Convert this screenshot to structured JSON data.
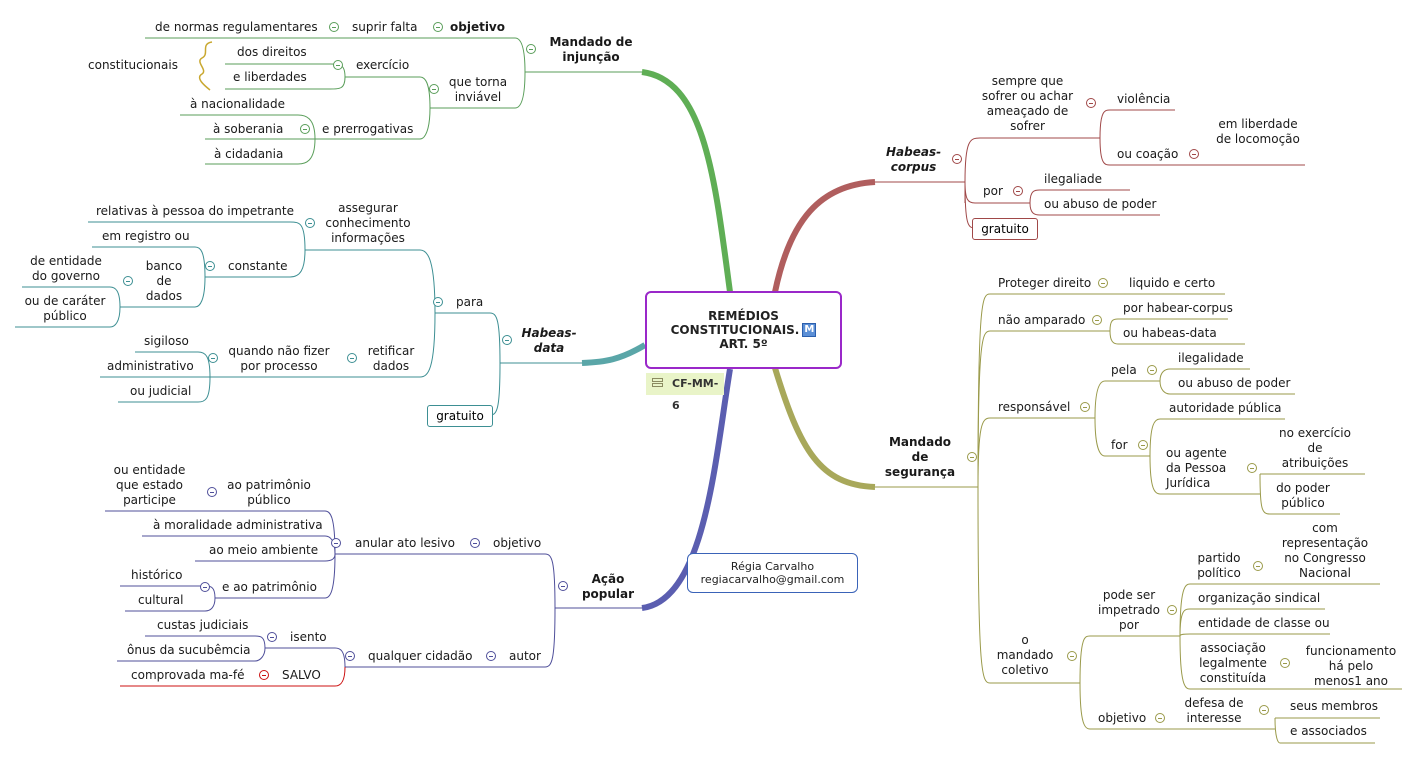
{
  "central": {
    "line1": "REMÉDIOS",
    "line2": "CONSTITUCIONAIS.",
    "line3": "ART. 5º",
    "badge": "M",
    "code": "CF-MM-6"
  },
  "author": {
    "name": "Régia Carvalho",
    "email": "regiacarvalho@gmail.com"
  },
  "mi": {
    "title": "Mandado de injunção",
    "objetivo": "objetivo",
    "suprir_falta": "suprir falta",
    "normas": "de normas regulamentares",
    "que_torna": "que torna inviável",
    "exercicio": "exercício",
    "dos_direitos": "dos direitos",
    "e_liberdades": "e liberdades",
    "constitucionais": "constitucionais",
    "prerrogativas": "e prerrogativas",
    "nacionalidade": "à nacionalidade",
    "soberania": "à soberania",
    "cidadania": "à cidadania"
  },
  "hc": {
    "title": "Habeas-corpus",
    "sempre_que": "sempre que sofrer ou achar ameaçado de sofrer",
    "violencia": "violência",
    "coacao": "ou coação",
    "liberdade": "em liberdade de locomoção",
    "por": "por",
    "ilegaliade": "ilegaliade",
    "abuso": "ou abuso de poder",
    "gratuito": "gratuito"
  },
  "hd": {
    "title": "Habeas-data",
    "para": "para",
    "gratuito": "gratuito",
    "assegurar": "assegurar conhecimento informações",
    "relativas": "relativas à pessoa do impetrante",
    "constante": "constante",
    "registro": "em registro ou",
    "banco": "banco de dados",
    "entidade_governo": "de entidade do governo",
    "carater_publico": "ou de caráter público",
    "retificar": "retificar dados",
    "quando": "quando não fizer por processo",
    "sigiloso": "sigiloso",
    "administrativo": "administrativo",
    "judicial": "ou judicial"
  },
  "ms": {
    "title": "Mandado de segurança",
    "proteger": "Proteger direito",
    "liquido": "liquido e certo",
    "nao_amparado": "não amparado",
    "habear_corpus": "por habear-corpus",
    "habeas_data": "ou habeas-data",
    "responsavel": "responsável",
    "pela": "pela",
    "ilegalidade": "ilegalidade",
    "abuso": "ou abuso de poder",
    "for": "for",
    "autoridade": "autoridade pública",
    "agente": "ou agente da Pessoa Jurídica",
    "exercicio": "no exercício de atribuições",
    "poder_publico": "do poder público",
    "coletivo": "o mandado coletivo",
    "impetrado": "pode ser impetrado por",
    "partido": "partido político",
    "representacao": "com representação no Congresso Nacional",
    "sindical": "organização sindical",
    "entidade_classe": "entidade de classe ou",
    "associacao": "associação legalmente constituída",
    "funcionamento": "funcionamento há pelo menos1 ano",
    "objetivo": "objetivo",
    "defesa": "defesa de interesse",
    "membros": "seus membros",
    "associados": "e associados"
  },
  "ap": {
    "title": "Ação popular",
    "objetivo": "objetivo",
    "anular": "anular ato lesivo",
    "patrimonio_publico": "ao patrimônio público",
    "entidade_estado": "ou entidade que estado participe",
    "moralidade": "à moralidade administrativa",
    "meio_ambiente": "ao meio ambiente",
    "e_patrimonio": "e ao patrimônio",
    "historico": "histórico",
    "cultural": "cultural",
    "autor": "autor",
    "cidadao": "qualquer cidadão",
    "isento": "isento",
    "custas": "custas judiciais",
    "onus": "ônus da sucubêmcia",
    "ma_fe": "comprovada ma-fé",
    "salvo": "SALVO"
  },
  "colors": {
    "central_border": "#9a28c9",
    "mandado_injuncao": "#5fae55",
    "habeas_corpus": "#b05e5e",
    "habeas_data": "#5aa6a8",
    "mandado_seguranca": "#a8a85a",
    "acao_popular": "#5b5eb0",
    "salvo": "#cc1111",
    "author_border": "#3a63b8",
    "code_tag_bg": "#e9f4c8"
  }
}
